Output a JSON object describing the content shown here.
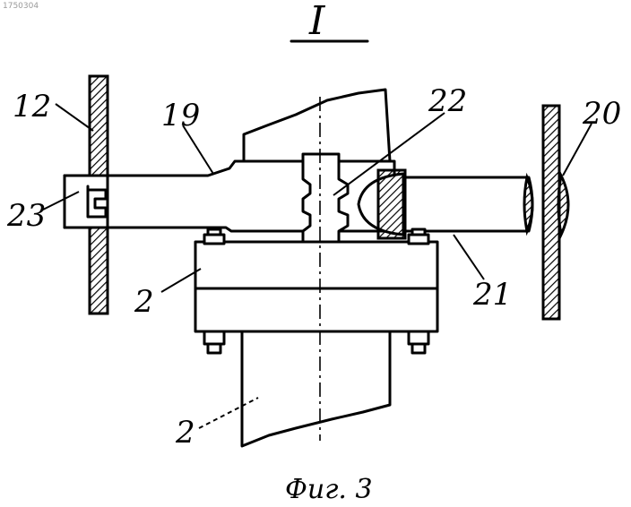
{
  "header": {
    "doc_id": "1750304",
    "view_label": "I"
  },
  "caption": "Фиг. 3",
  "labels": {
    "l12": "12",
    "l19": "19",
    "l22": "22",
    "l20": "20",
    "l23": "23",
    "l2_left": "2",
    "l21": "21",
    "l2_bottom": "2"
  }
}
